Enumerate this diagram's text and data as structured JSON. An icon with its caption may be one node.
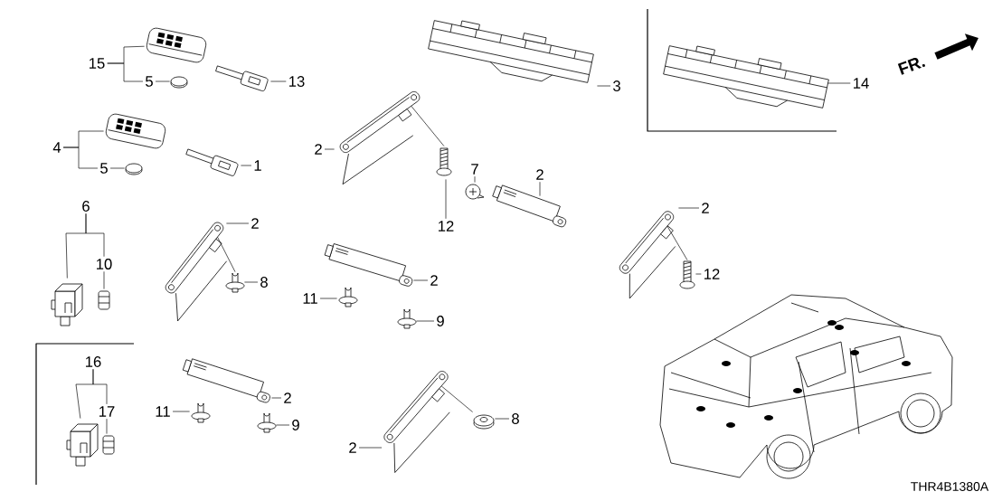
{
  "diagram": {
    "nodes": [
      {
        "text": [
          "15"
        ]
      },
      {
        "text": [],
        "shape": "picture"
      },
      {
        "text": [
          "5"
        ]
      },
      {
        "text": [],
        "shape": "circle"
      },
      {
        "text": [],
        "shape": "picture"
      },
      {
        "text": [
          "13"
        ]
      },
      {
        "text": [
          "3"
        ]
      },
      {
        "text": [],
        "shape": "picture"
      },
      {
        "text": [],
        "shape": "picture"
      },
      {
        "text": [
          "14"
        ]
      },
      {
        "text": [
          "4"
        ]
      },
      {
        "text": [],
        "shape": "picture"
      },
      {
        "text": [
          "5"
        ]
      },
      {
        "text": [],
        "shape": "circle"
      },
      {
        "text": [],
        "shape": "picture"
      },
      {
        "text": [
          "1"
        ]
      },
      {
        "text": [
          "2"
        ]
      },
      {
        "text": [],
        "shape": "picture"
      },
      {
        "text": [
          "12"
        ]
      },
      {
        "text": [],
        "shape": "picture"
      },
      {
        "text": [
          "7"
        ]
      },
      {
        "text": [],
        "shape": "picture"
      },
      {
        "text": [
          "2"
        ]
      },
      {
        "text": [],
        "shape": "picture"
      },
      {
        "text": [
          "6"
        ]
      },
      {
        "text": [],
        "shape": "picture"
      },
      {
        "text": [
          "10"
        ]
      },
      {
        "text": [],
        "shape": "picture"
      },
      {
        "text": [],
        "shape": "picture"
      },
      {
        "text": [
          "2"
        ]
      },
      {
        "text": [],
        "shape": "picture"
      },
      {
        "text": [
          "8"
        ]
      },
      {
        "text": [],
        "shape": "picture"
      },
      {
        "text": [
          "2"
        ]
      },
      {
        "text": [
          "11"
        ]
      },
      {
        "text": [],
        "shape": "picture"
      },
      {
        "text": [],
        "shape": "picture"
      },
      {
        "text": [
          "9"
        ]
      },
      {
        "text": [],
        "shape": "picture"
      },
      {
        "text": [
          "2"
        ]
      },
      {
        "text": [],
        "shape": "picture"
      },
      {
        "text": [
          "12"
        ]
      },
      {
        "text": [
          "16"
        ]
      },
      {
        "text": [],
        "shape": "picture"
      },
      {
        "text": [
          "17"
        ]
      },
      {
        "text": [],
        "shape": "picture"
      },
      {
        "text": [],
        "shape": "picture"
      },
      {
        "text": [
          "2"
        ]
      },
      {
        "text": [
          "11"
        ]
      },
      {
        "text": [],
        "shape": "picture"
      },
      {
        "text": [],
        "shape": "picture"
      },
      {
        "text": [
          "9"
        ]
      },
      {
        "text": [],
        "shape": "picture"
      },
      {
        "text": [
          "2"
        ]
      },
      {
        "text": [],
        "shape": "picture"
      },
      {
        "text": [
          "8"
        ]
      }
    ],
    "edges": [
      {
        "from": 0,
        "to": 1,
        "arrow": "none"
      },
      {
        "from": 0,
        "to": 2,
        "arrow": "none"
      },
      {
        "from": 2,
        "to": 3,
        "arrow": "none"
      },
      {
        "from": 5,
        "to": 4,
        "arrow": "none"
      },
      {
        "from": 6,
        "to": 7,
        "arrow": "none"
      },
      {
        "from": 9,
        "to": 8,
        "arrow": "none"
      },
      {
        "from": 10,
        "to": 11,
        "arrow": "none"
      },
      {
        "from": 10,
        "to": 12,
        "arrow": "none"
      },
      {
        "from": 12,
        "to": 13,
        "arrow": "none"
      },
      {
        "from": 15,
        "to": 14,
        "arrow": "none"
      },
      {
        "from": 16,
        "to": 17,
        "arrow": "none"
      },
      {
        "from": 17,
        "to": 19,
        "arrow": "none"
      },
      {
        "from": 18,
        "to": 19,
        "arrow": "none"
      },
      {
        "from": 20,
        "to": 21,
        "arrow": "none"
      },
      {
        "from": 22,
        "to": 23,
        "arrow": "none"
      },
      {
        "from": 24,
        "to": 25,
        "arrow": "none"
      },
      {
        "from": 24,
        "to": 26,
        "arrow": "none"
      },
      {
        "from": 26,
        "to": 27,
        "arrow": "none"
      },
      {
        "from": 29,
        "to": 28,
        "arrow": "none"
      },
      {
        "from": 28,
        "to": 30,
        "arrow": "none"
      },
      {
        "from": 31,
        "to": 30,
        "arrow": "none"
      },
      {
        "from": 33,
        "to": 32,
        "arrow": "none"
      },
      {
        "from": 34,
        "to": 35,
        "arrow": "none"
      },
      {
        "from": 37,
        "to": 36,
        "arrow": "none"
      },
      {
        "from": 39,
        "to": 38,
        "arrow": "none"
      },
      {
        "from": 38,
        "to": 40,
        "arrow": "none"
      },
      {
        "from": 41,
        "to": 40,
        "arrow": "none"
      },
      {
        "from": 42,
        "to": 43,
        "arrow": "none"
      },
      {
        "from": 42,
        "to": 44,
        "arrow": "none"
      },
      {
        "from": 44,
        "to": 45,
        "arrow": "none"
      },
      {
        "from": 47,
        "to": 46,
        "arrow": "none"
      },
      {
        "from": 48,
        "to": 49,
        "arrow": "none"
      },
      {
        "from": 51,
        "to": 50,
        "arrow": "none"
      },
      {
        "from": 53,
        "to": 52,
        "arrow": "none"
      },
      {
        "from": 52,
        "to": 54,
        "arrow": "none"
      },
      {
        "from": 55,
        "to": 54,
        "arrow": "none"
      }
    ],
    "labels": [
      "FR.",
      "THR4B1380A"
    ]
  }
}
